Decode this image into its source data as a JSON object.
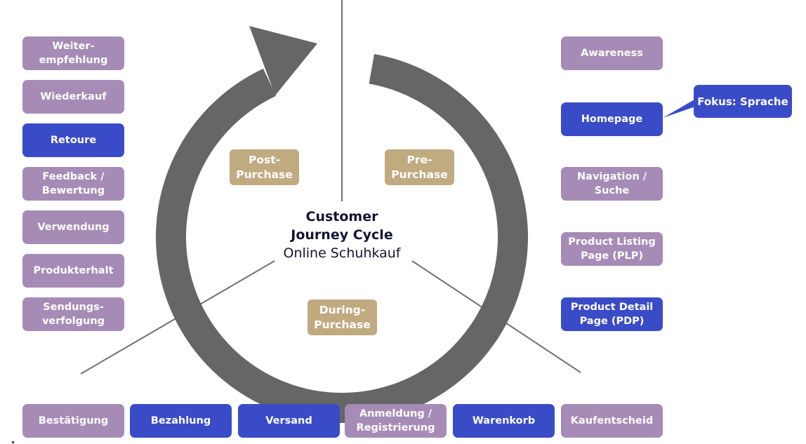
{
  "title": {
    "line1": "Customer",
    "line2": "Journey Cycle",
    "subtitle": "Online Schuhkauf"
  },
  "colors": {
    "default_step": "#a68bb6",
    "highlighted_step": "#3a4bc8",
    "phase": "#c0aa80",
    "cycle_arrow": "#666666",
    "divider": "#707070",
    "title_text": "#141433"
  },
  "phases": [
    {
      "id": "post",
      "label": "Post-\nPurchase"
    },
    {
      "id": "pre",
      "label": "Pre-\nPurchase"
    },
    {
      "id": "during",
      "label": "During-\nPurchase"
    }
  ],
  "post_purchase_steps": [
    {
      "label": "Weiter-\nempfehlung",
      "highlighted": false
    },
    {
      "label": "Wiederkauf",
      "highlighted": false
    },
    {
      "label": "Retoure",
      "highlighted": true
    },
    {
      "label": "Feedback /\nBewertung",
      "highlighted": false
    },
    {
      "label": "Verwendung",
      "highlighted": false
    },
    {
      "label": "Produkterhalt",
      "highlighted": false
    },
    {
      "label": "Sendungs-\nverfolgung",
      "highlighted": false
    }
  ],
  "pre_purchase_steps": [
    {
      "label": "Awareness",
      "highlighted": false
    },
    {
      "label": "Homepage",
      "highlighted": true
    },
    {
      "label": "Navigation /\nSuche",
      "highlighted": false
    },
    {
      "label": "Product Listing\nPage (PLP)",
      "highlighted": false
    },
    {
      "label": "Product Detail\nPage (PDP)",
      "highlighted": true
    }
  ],
  "during_purchase_steps": [
    {
      "label": "Bestätigung",
      "highlighted": false
    },
    {
      "label": "Bezahlung",
      "highlighted": true
    },
    {
      "label": "Versand",
      "highlighted": true
    },
    {
      "label": "Anmeldung /\nRegistrierung",
      "highlighted": false
    },
    {
      "label": "Warenkorb",
      "highlighted": true
    },
    {
      "label": "Kaufentscheid",
      "highlighted": false
    }
  ],
  "callout": {
    "label": "Fokus: Sprache",
    "attached_to": "Homepage"
  }
}
